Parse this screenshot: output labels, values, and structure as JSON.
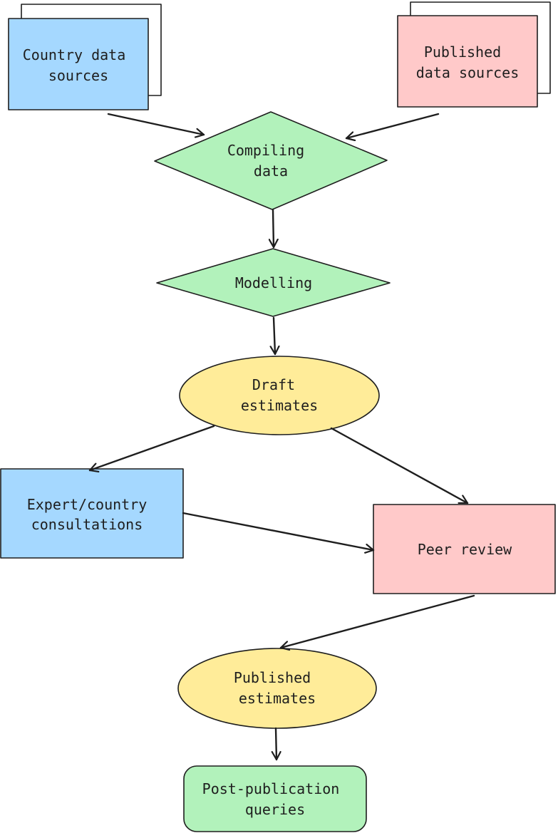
{
  "colors": {
    "blue": "#a5d8ff",
    "pink": "#ffc9c9",
    "green": "#b2f2bb",
    "yellow": "#ffec99",
    "stroke": "#1e1e1e"
  },
  "nodes": {
    "country_sources": {
      "line1": "Country data",
      "line2": "sources"
    },
    "published_sources": {
      "line1": "Published",
      "line2": "data sources"
    },
    "compiling": {
      "line1": "Compiling",
      "line2": "data"
    },
    "modelling": {
      "line1": "Modelling"
    },
    "draft": {
      "line1": "Draft",
      "line2": "estimates"
    },
    "consultations": {
      "line1": "Expert/country",
      "line2": "consultations"
    },
    "peer_review": {
      "line1": "Peer review"
    },
    "published_estimates": {
      "line1": "Published",
      "line2": "estimates"
    },
    "queries": {
      "line1": "Post-publication",
      "line2": "queries"
    }
  }
}
